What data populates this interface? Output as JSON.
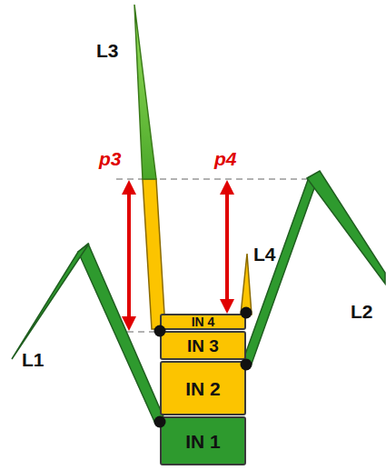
{
  "diagram": {
    "nodes": [
      {
        "text": [
          "IN 4"
        ]
      },
      {
        "text": [
          "IN 3"
        ]
      },
      {
        "text": [
          "IN 2"
        ]
      },
      {
        "text": [
          "IN 1"
        ]
      }
    ],
    "labels": [
      "L3",
      "p3",
      "p4",
      "L4",
      "L1",
      "L2"
    ]
  }
}
